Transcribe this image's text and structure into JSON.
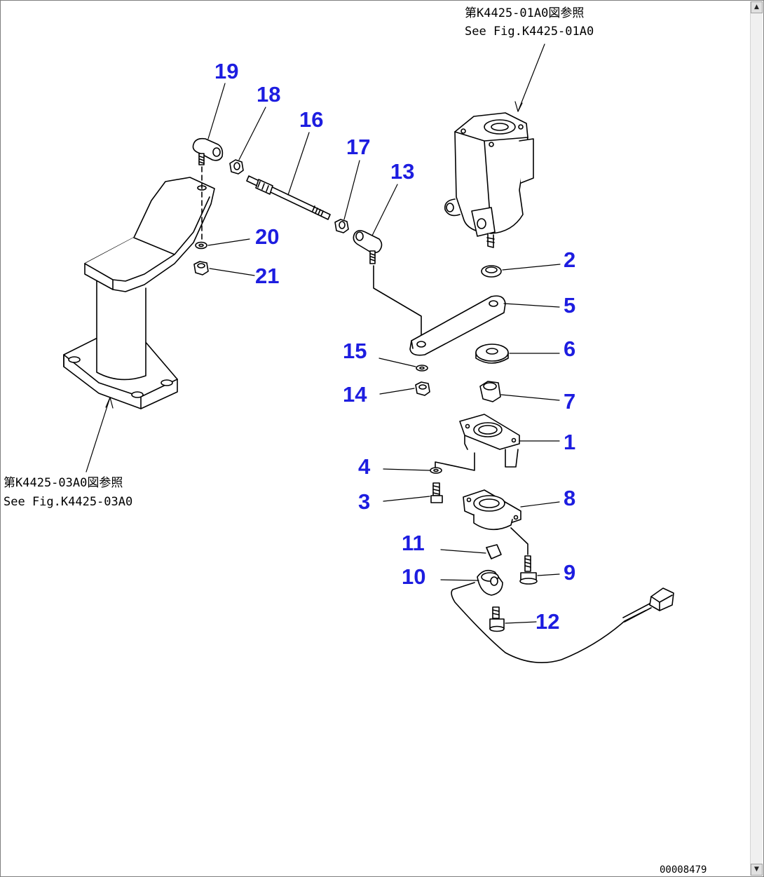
{
  "references": {
    "top_jp": "第K4425-01A0図参照",
    "top_en": "See Fig.K4425-01A0",
    "left_jp": "第K4425-03A0図参照",
    "left_en": "See Fig.K4425-03A0"
  },
  "callouts": [
    "19",
    "18",
    "16",
    "17",
    "13",
    "20",
    "21",
    "2",
    "5",
    "15",
    "6",
    "14",
    "7",
    "1",
    "4",
    "3",
    "8",
    "11",
    "9",
    "10",
    "12"
  ],
  "image_code": "00008479",
  "scrollbar": {
    "up_glyph": "▲",
    "down_glyph": "▼"
  }
}
